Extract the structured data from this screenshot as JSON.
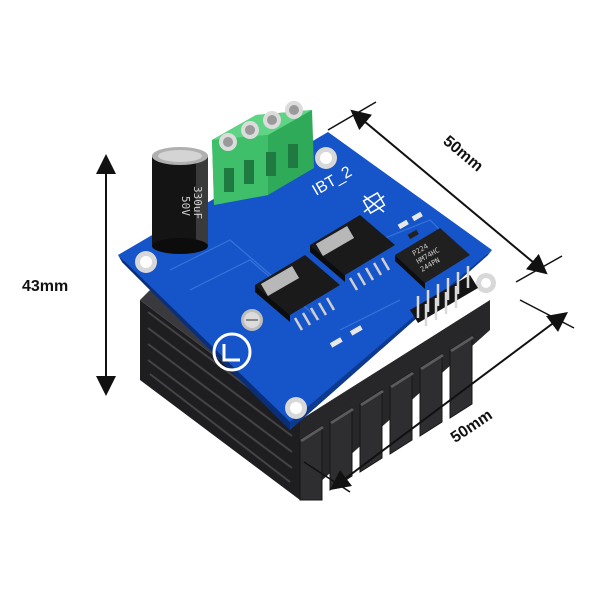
{
  "dimensions": {
    "height_label": "43mm",
    "width_top_label": "50mm",
    "width_bottom_label": "50mm"
  },
  "board": {
    "silkscreen_name": "IBT_2",
    "capacitor_text_1": "330uF",
    "capacitor_text_2": "50V",
    "logic_chip_text_1": "P224",
    "logic_chip_text_2": "HM74HC",
    "logic_chip_text_3": "244PN"
  },
  "colors": {
    "pcb": "#1554c9",
    "heatsink": "#2b2b2e",
    "terminal": "#3fbf6a",
    "arrow": "#111111"
  }
}
